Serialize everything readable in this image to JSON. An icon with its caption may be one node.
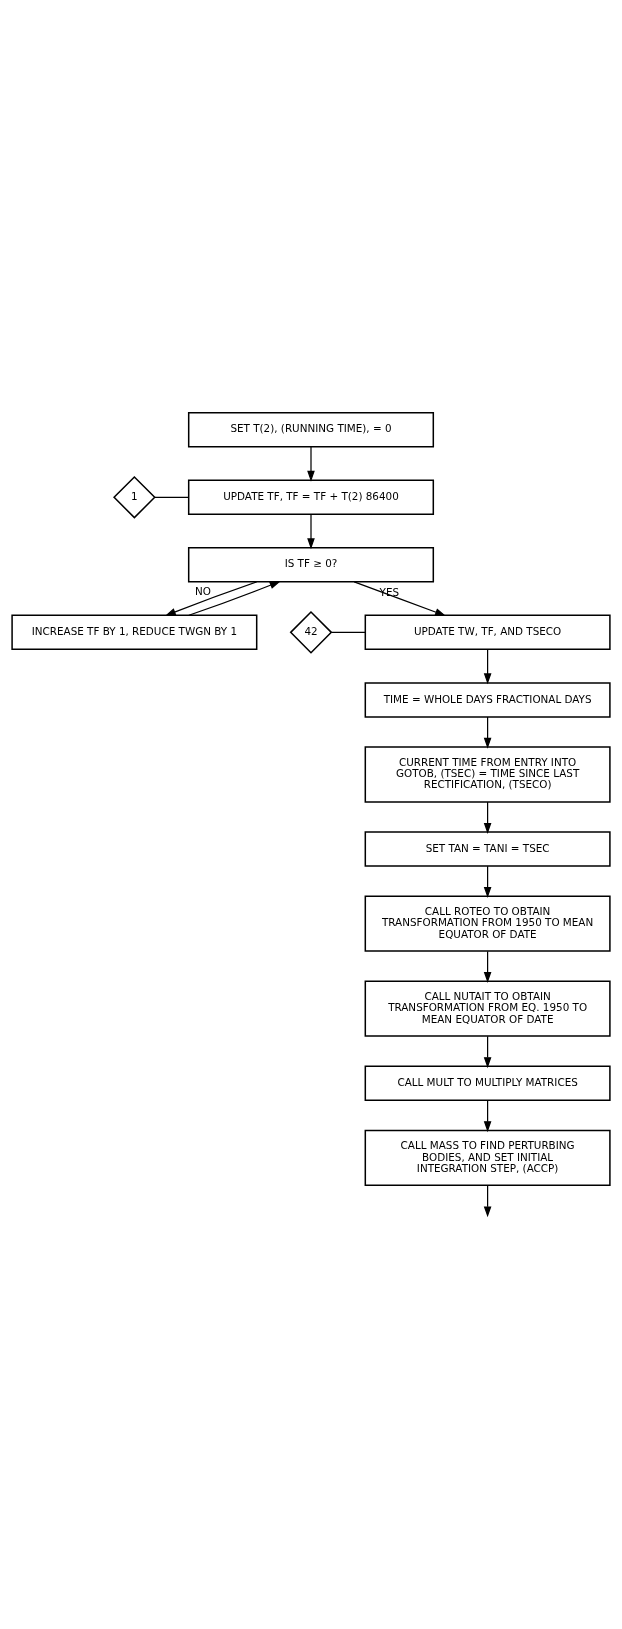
{
  "diagram": {
    "nodes": [
      {
        "text": [
          "SET T(2), (RUNNING TIME), = 0"
        ]
      },
      {
        "text": [
          "1"
        ]
      },
      {
        "text": [
          "UPDATE TF, TF = TF + T(2) 86400"
        ]
      },
      {
        "text": [
          "IS TF ≥ 0?"
        ]
      },
      {
        "text": [
          "INCREASE TF BY 1, REDUCE TWGN BY 1"
        ]
      },
      {
        "text": [
          "42"
        ]
      },
      {
        "text": [
          "UPDATE TW, TF, AND TSECO"
        ]
      },
      {
        "text": [
          "TIME = WHOLE DAYS FRACTIONAL DAYS"
        ]
      },
      {
        "text": [
          "CURRENT TIME FROM ENTRY INTO GOTOB, (TSEC) = TIME SINCE LAST RECTIFICATION, (TSECO)"
        ]
      },
      {
        "text": [
          "SET TAN = TANI = TSEC"
        ]
      },
      {
        "text": [
          "CALL ROTEO TO OBTAIN TRANSFORMATION FROM 1950 TO MEAN EQUATOR OF DATE"
        ]
      },
      {
        "text": [
          "CALL NUTAIT TO OBTAIN TRANSFORMATION FROM EQ. 1950 TO MEAN EQUATOR OF DATE"
        ]
      },
      {
        "text": [
          "CALL MULT TO MULTIPLY MATRICES"
        ]
      },
      {
        "text": [
          "CALL MASS TO FIND PERTURBING BODIES, AND SET INITIAL INTEGRATION STEP, (ACCP)"
        ]
      }
    ],
    "edges": [
      {
        "from": 0,
        "to": 2,
        "arrow": "to"
      },
      {
        "from": 1,
        "to": 2,
        "arrow": "none"
      },
      {
        "from": 2,
        "to": 3,
        "arrow": "to"
      },
      {
        "from": 3,
        "to": 4,
        "arrow": "to",
        "label": "NO"
      },
      {
        "from": 4,
        "to": 3,
        "arrow": "to"
      },
      {
        "from": 3,
        "to": 6,
        "arrow": "to",
        "label": "YES"
      },
      {
        "from": 5,
        "to": 6,
        "arrow": "none"
      },
      {
        "from": 6,
        "to": 7,
        "arrow": "to"
      },
      {
        "from": 7,
        "to": 8,
        "arrow": "to"
      },
      {
        "from": 8,
        "to": 9,
        "arrow": "to"
      },
      {
        "from": 9,
        "to": 10,
        "arrow": "to"
      },
      {
        "from": 10,
        "to": 11,
        "arrow": "to"
      },
      {
        "from": 11,
        "to": 12,
        "arrow": "to"
      },
      {
        "from": 12,
        "to": 13,
        "arrow": "to"
      },
      {
        "from": 13,
        "to": null,
        "arrow": "to"
      }
    ]
  }
}
